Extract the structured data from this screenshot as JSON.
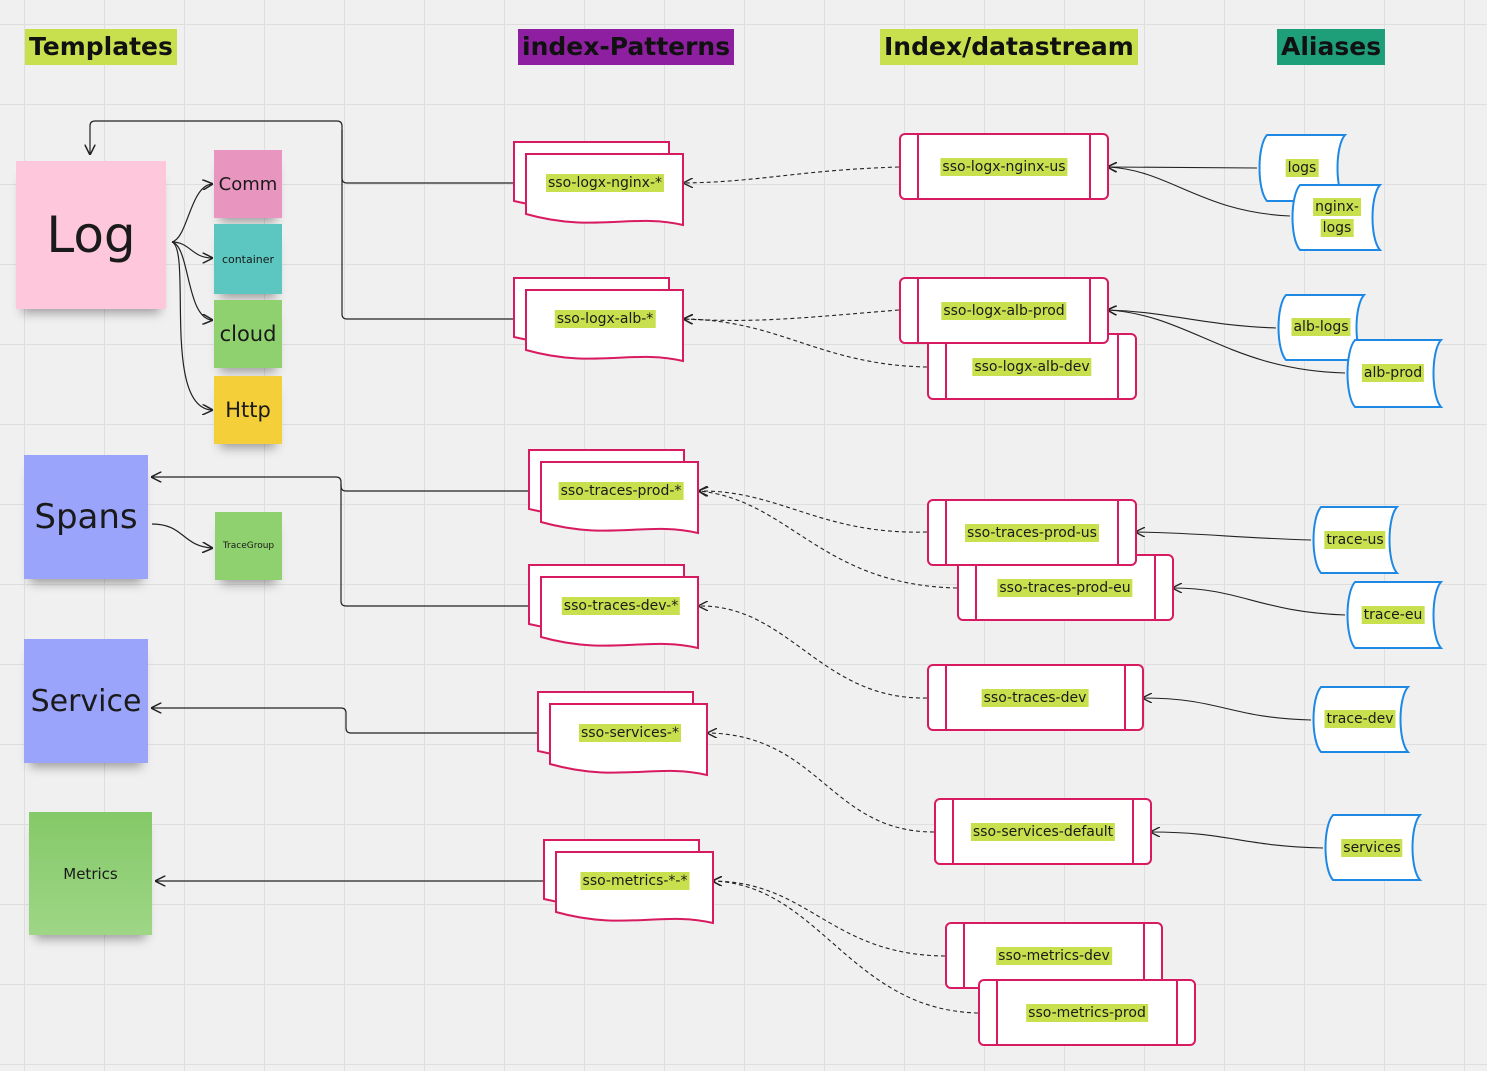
{
  "headers": {
    "templates": {
      "text": "Templates",
      "color": "#c9e04e"
    },
    "index_patterns": {
      "text": "index-Patterns",
      "color": "#8e1fa0"
    },
    "index_datastream": {
      "text": "Index/datastream",
      "color": "#c9e04e"
    },
    "aliases": {
      "text": "Aliases",
      "color": "#1f9e7a"
    }
  },
  "templates": {
    "log": {
      "label": "Log",
      "color": "#ffc7db"
    },
    "spans": {
      "label": "Spans",
      "color": "#9aa4fb"
    },
    "service": {
      "label": "Service",
      "color": "#9aa4fb"
    },
    "metrics": {
      "label": "Metrics",
      "color": "#8fce72"
    }
  },
  "components": {
    "comm": {
      "label": "Comm",
      "color": "#e896bf"
    },
    "container": {
      "label": "container",
      "color": "#5cc7c1"
    },
    "cloud": {
      "label": "cloud",
      "color": "#8fd16f"
    },
    "http": {
      "label": "Http",
      "color": "#f5cf3a"
    },
    "tracegroup": {
      "label": "TraceGroup",
      "color": "#8fd16f"
    }
  },
  "patterns": {
    "nginx": "sso-logx-nginx-*",
    "alb": "sso-logx-alb-*",
    "traces_prod": "sso-traces-prod-*",
    "traces_dev": "sso-traces-dev-*",
    "services": "sso-services-*",
    "metrics": "sso-metrics-*-*"
  },
  "indices": {
    "nginx_us": "sso-logx-nginx-us",
    "alb_prod": "sso-logx-alb-prod",
    "alb_dev": "sso-logx-alb-dev",
    "traces_prod_us": "sso-traces-prod-us",
    "traces_prod_eu": "sso-traces-prod-eu",
    "traces_dev": "sso-traces-dev",
    "services_default": "sso-services-default",
    "metrics_dev": "sso-metrics-dev",
    "metrics_prod": "sso-metrics-prod"
  },
  "aliases": {
    "logs": "logs",
    "nginx_logs_1": "nginx-",
    "nginx_logs_2": "logs",
    "alb_logs": "alb-logs",
    "alb_prod": "alb-prod",
    "trace_us": "trace-us",
    "trace_eu": "trace-eu",
    "trace_dev": "trace-dev",
    "services": "services"
  },
  "colors": {
    "index_border": "#d81b60",
    "alias_border": "#1e88e5",
    "label_bg": "#c9e04e",
    "line": "#222222"
  }
}
